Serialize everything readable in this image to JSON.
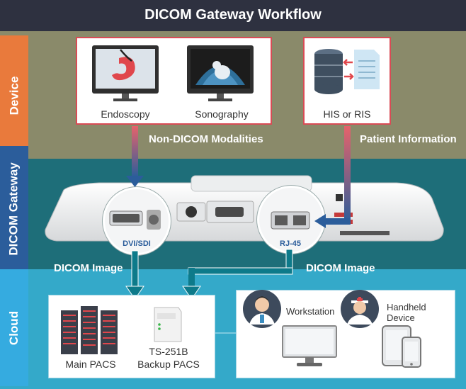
{
  "title": "DICOM Gateway Workflow",
  "bands": {
    "device": "Device",
    "gateway": "DICOM Gateway",
    "cloud": "Cloud"
  },
  "modalities": {
    "endoscopy": "Endoscopy",
    "sonography": "Sonography",
    "label": "Non-DICOM Modalities"
  },
  "his": {
    "label": "HIS or RIS",
    "caption": "Patient Information"
  },
  "ports": {
    "dvi": "DVI/SDI",
    "rj45": "RJ-45"
  },
  "arrows": {
    "left": "DICOM Image",
    "right": "DICOM Image"
  },
  "cloud": {
    "main_pacs": "Main PACS",
    "nas_model": "TS-251B",
    "backup_pacs": "Backup PACS",
    "workstation": "Workstation",
    "handheld": "Handheld\nDevice"
  },
  "colors": {
    "device_band": "#8a8a6a",
    "gateway_band": "#1e6e79",
    "cloud_band": "#34a9c9",
    "device_tab": "#e97a3c",
    "gateway_tab": "#2b5d9b",
    "cloud_tab": "#35abe0",
    "arrow_teal": "#0d7a8a",
    "arrow_red": "#d94b55"
  }
}
